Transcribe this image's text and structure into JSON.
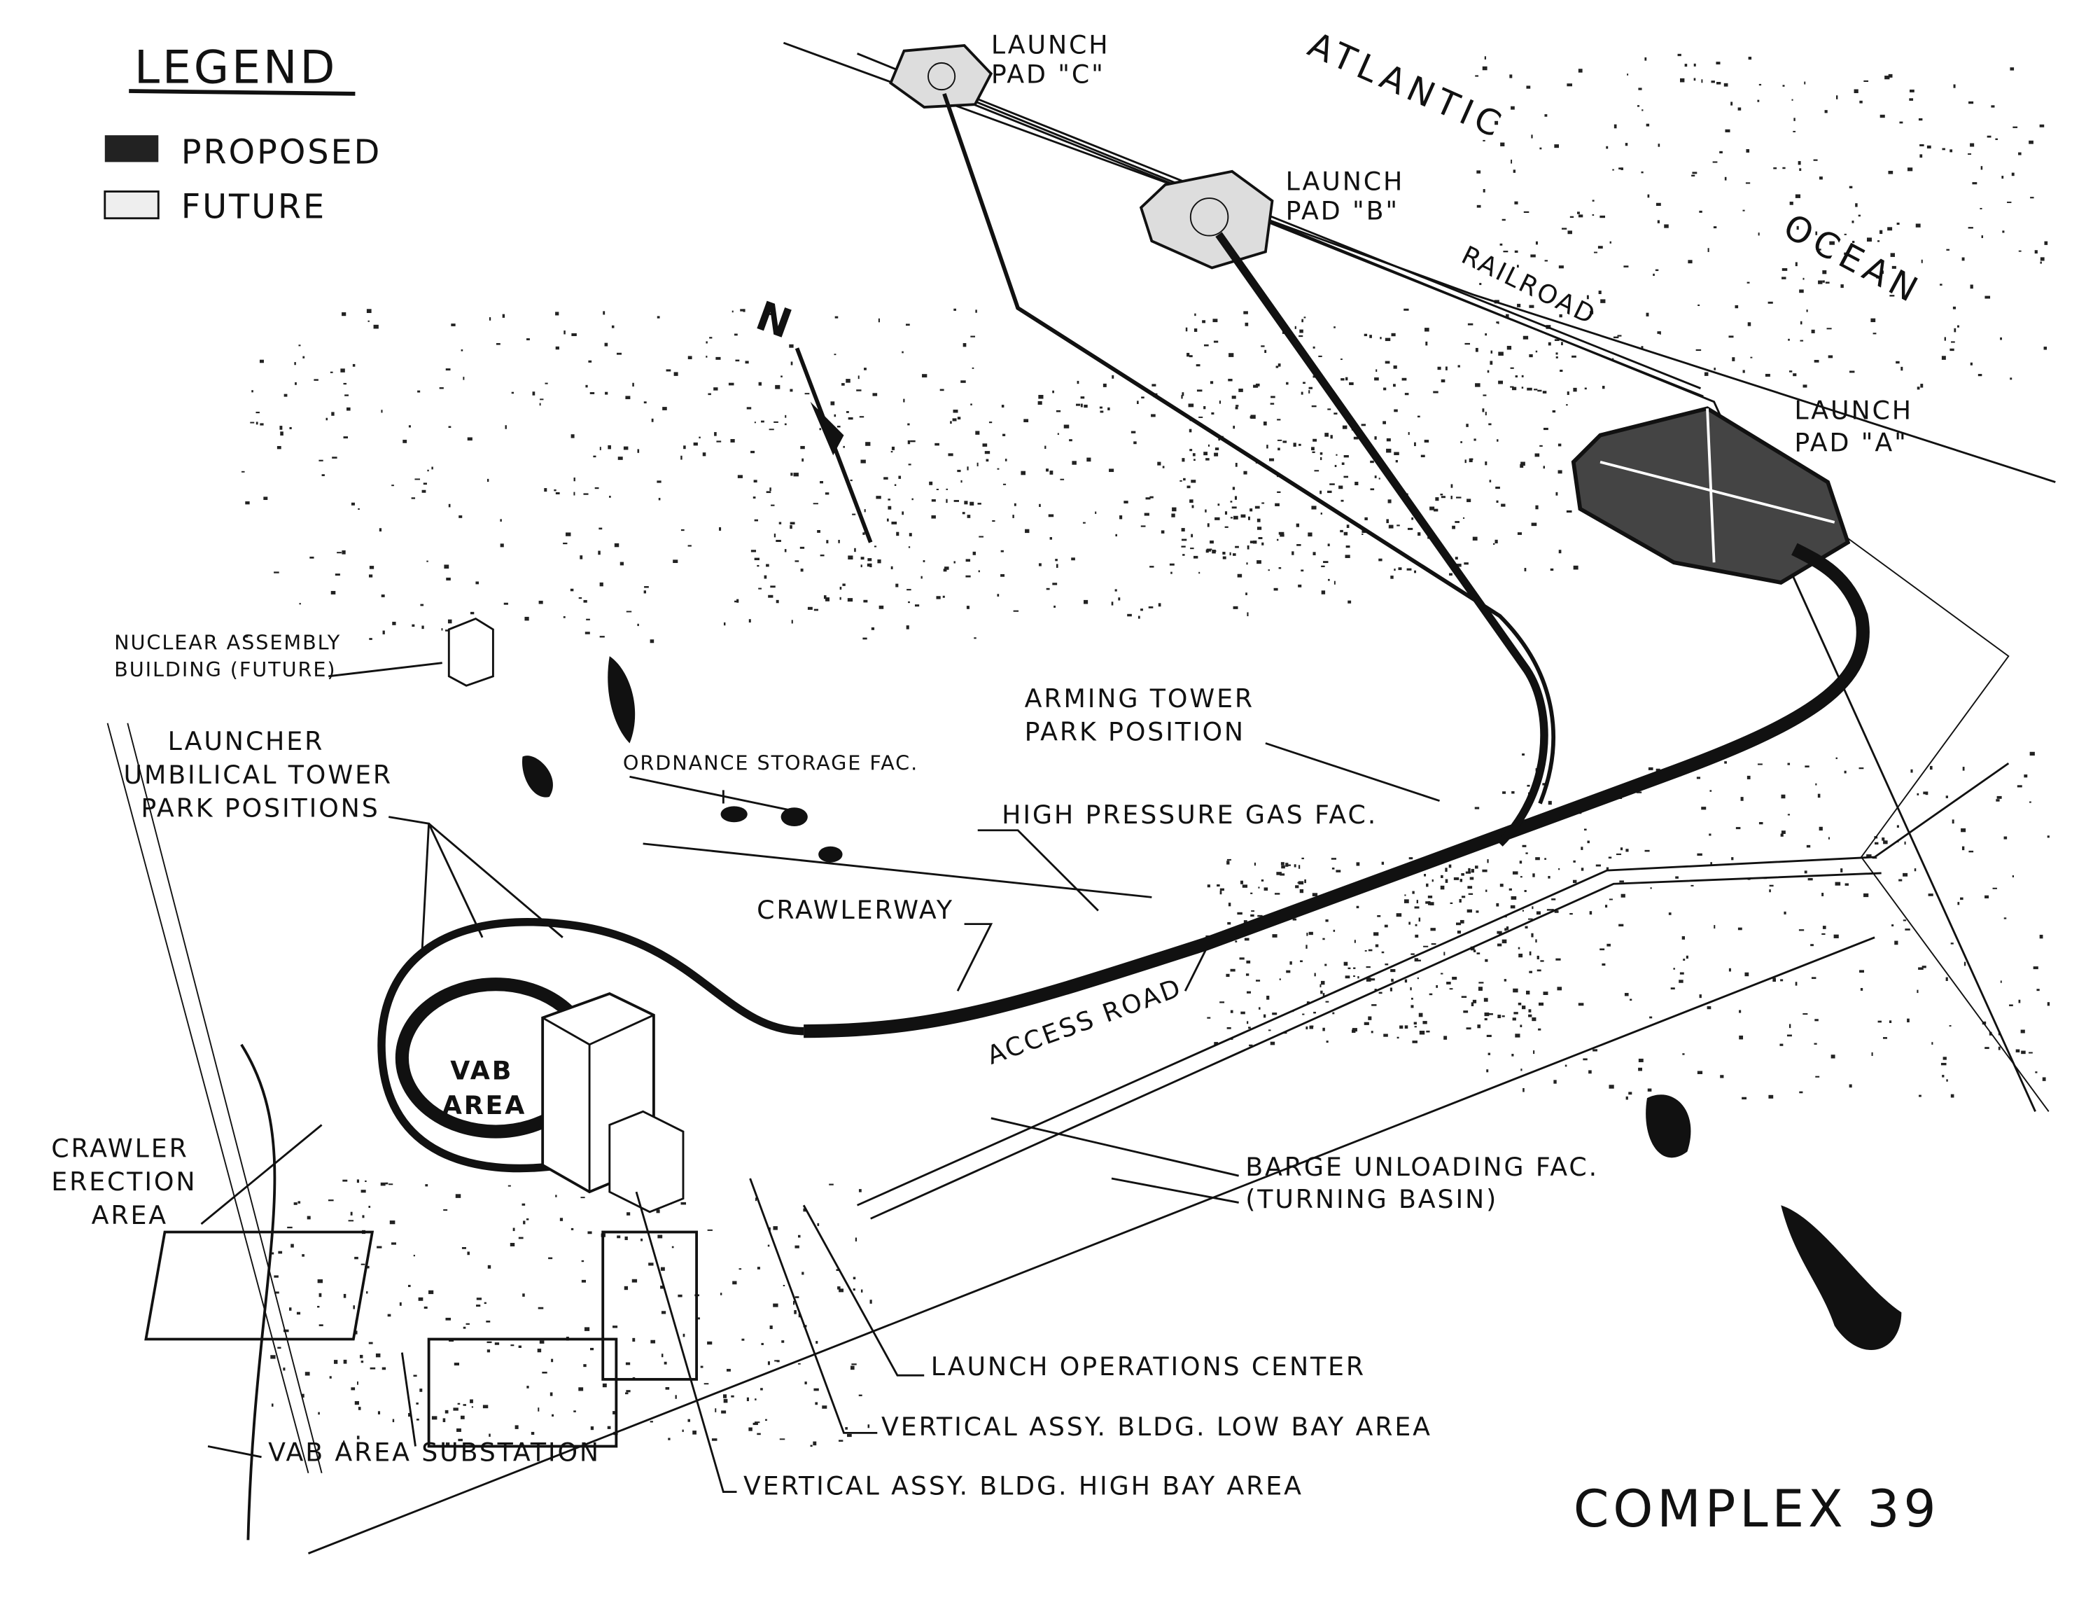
{
  "legend": {
    "title": "LEGEND",
    "items": [
      {
        "label": "PROPOSED",
        "swatch": "solid-black"
      },
      {
        "label": "FUTURE",
        "swatch": "speckled"
      }
    ]
  },
  "labels": {
    "atlantic_ocean": [
      "ATLANTIC",
      "OCEAN"
    ],
    "launch_pad_c": [
      "LAUNCH",
      "PAD \"C\""
    ],
    "launch_pad_b": [
      "LAUNCH",
      "PAD \"B\""
    ],
    "launch_pad_a": [
      "LAUNCH",
      "PAD \"A\""
    ],
    "railroad": "RAILROAD",
    "north": "N",
    "nuclear_assembly": [
      "NUCLEAR ASSEMBLY",
      "BUILDING (FUTURE)"
    ],
    "launcher_umbilical": [
      "LAUNCHER",
      "UMBILICAL TOWER",
      "PARK POSITIONS"
    ],
    "ordnance_storage": "ORDNANCE STORAGE FAC.",
    "arming_tower": [
      "ARMING TOWER",
      "PARK POSITION"
    ],
    "high_pressure_gas": "HIGH PRESSURE GAS FAC.",
    "crawlerway": "CRAWLERWAY",
    "access_road": "ACCESS ROAD",
    "vab_area": [
      "VAB",
      "AREA"
    ],
    "crawler_erection": [
      "CRAWLER",
      "ERECTION",
      "AREA"
    ],
    "barge_unloading": [
      "BARGE UNLOADING FAC.",
      "(TURNING BASIN)"
    ],
    "launch_operations_center": "LAUNCH OPERATIONS CENTER",
    "vab_low_bay": "VERTICAL ASSY. BLDG. LOW BAY AREA",
    "vab_area_substation": "VAB AREA SUBSTATION",
    "vab_high_bay": "VERTICAL ASSY. BLDG. HIGH BAY AREA"
  },
  "title": "COMPLEX 39",
  "colors": {
    "ink": "#111111",
    "paper": "#ffffff"
  }
}
